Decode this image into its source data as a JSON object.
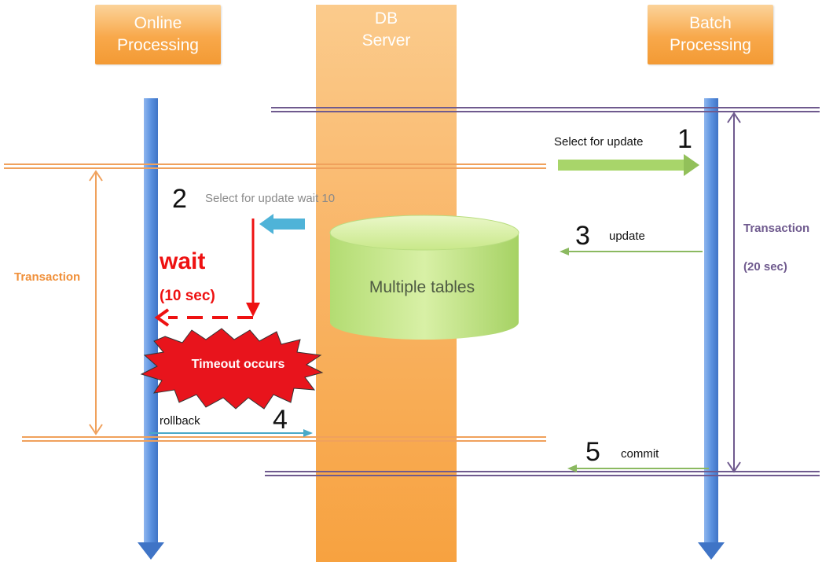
{
  "lanes": {
    "online": {
      "line1": "Online",
      "line2": "Processing"
    },
    "db": {
      "line1": "DB",
      "line2": "Server"
    },
    "batch": {
      "line1": "Batch",
      "line2": "Processing"
    }
  },
  "steps": {
    "step1": {
      "number": "1",
      "label": "Select for update"
    },
    "step2": {
      "number": "2",
      "label": "Select for update wait 10"
    },
    "step3": {
      "number": "3",
      "label": "update"
    },
    "step4": {
      "number": "4",
      "label": "rollback"
    },
    "step5": {
      "number": "5",
      "label": "commit"
    }
  },
  "wait": {
    "title": "wait",
    "duration": "(10 sec)"
  },
  "timeout": {
    "label": "Timeout occurs"
  },
  "database": {
    "label": "Multiple tables"
  },
  "online_transaction": {
    "label": "Transaction"
  },
  "batch_transaction": {
    "label": "Transaction",
    "duration": "(20 sec)"
  },
  "colors": {
    "orange": "#f39a34",
    "purple": "#6f5a8e",
    "green": "#92c05a",
    "blue": "#4f86d9",
    "red": "#ee1111",
    "teal": "#4aa9c8"
  }
}
